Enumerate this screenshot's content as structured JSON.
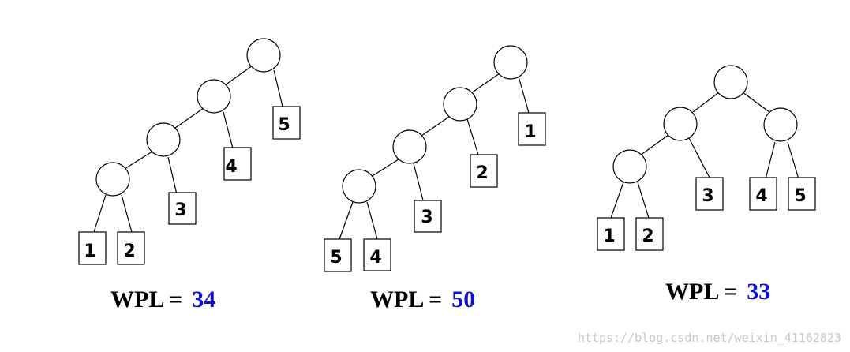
{
  "accent_color": "#1010d0",
  "watermark": "https://blog.csdn.net/weixin_41162823",
  "trees": [
    {
      "name": "tree-1",
      "wpl_label": "WPL =",
      "wpl_value": "34",
      "leaves": [
        {
          "label": "1"
        },
        {
          "label": "2"
        },
        {
          "label": "3"
        },
        {
          "label": "4"
        },
        {
          "label": "5"
        }
      ]
    },
    {
      "name": "tree-2",
      "wpl_label": "WPL =",
      "wpl_value": "50",
      "leaves": [
        {
          "label": "5"
        },
        {
          "label": "4"
        },
        {
          "label": "3"
        },
        {
          "label": "2"
        },
        {
          "label": "1"
        }
      ]
    },
    {
      "name": "tree-3",
      "wpl_label": "WPL =",
      "wpl_value": "33",
      "leaves": [
        {
          "label": "1"
        },
        {
          "label": "2"
        },
        {
          "label": "3"
        },
        {
          "label": "4"
        },
        {
          "label": "5"
        }
      ]
    }
  ]
}
